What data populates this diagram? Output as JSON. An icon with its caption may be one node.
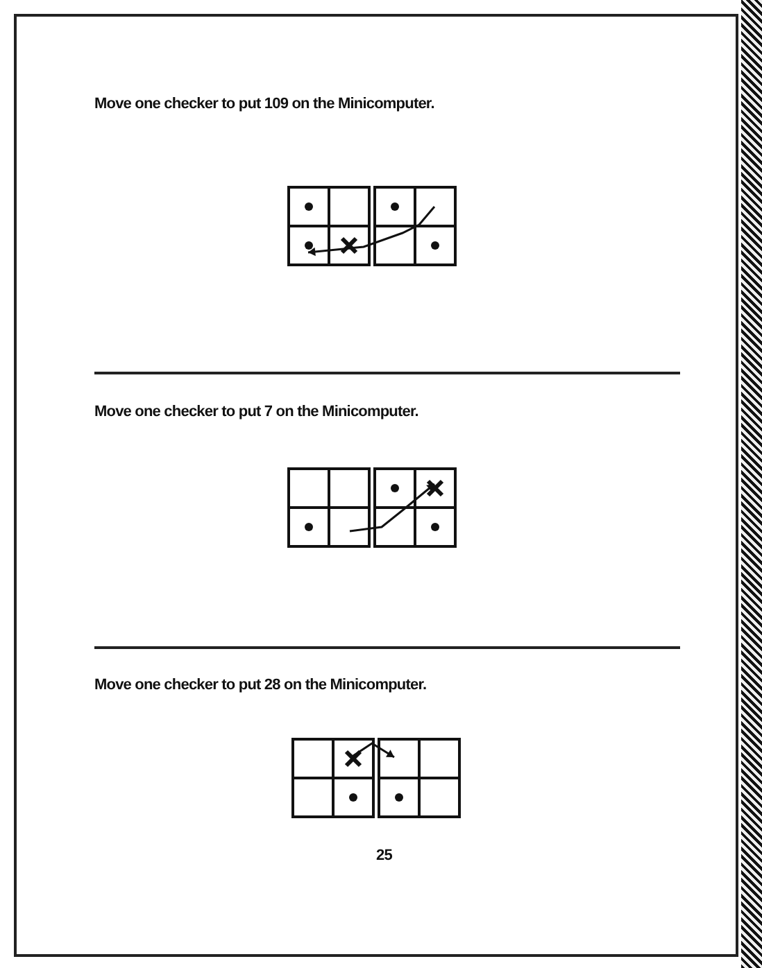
{
  "diagram": {
    "labels": [
      "Move one checker to put 109 on the Minicomputer.",
      "Move one checker to put 7 on the Minicomputer.",
      "Move one checker to put 28 on the Minicomputer.",
      "25"
    ]
  }
}
